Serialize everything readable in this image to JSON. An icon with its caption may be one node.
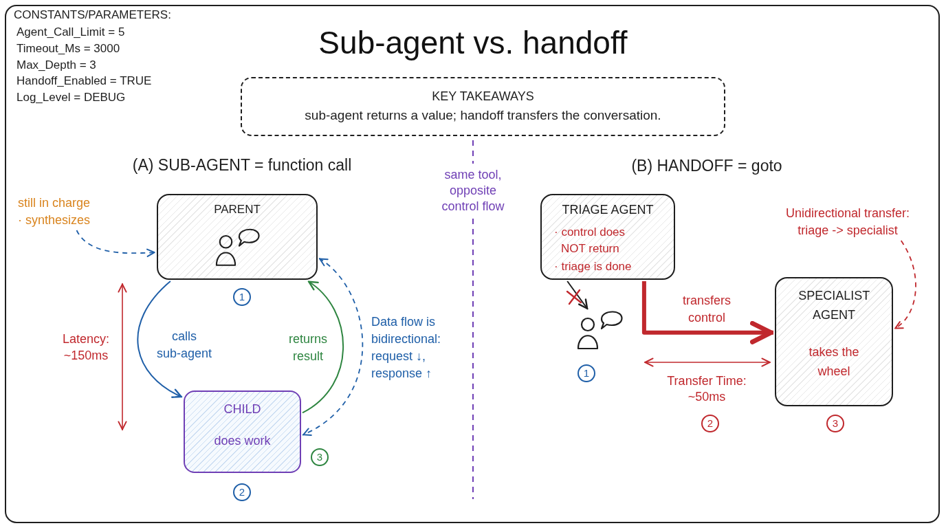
{
  "diagram": {
    "title": "Sub-agent vs. handoff",
    "nodes": [
      {
        "text": [
          "KEY TAKEAWAYS",
          "sub-agent returns a value; handoff transfers the conversation."
        ]
      },
      {
        "text": [
          "still in charge · synthesizes"
        ]
      },
      {
        "text": [
          "PARENT"
        ]
      },
      {
        "text": [
          "CHILD",
          "does work"
        ]
      },
      {
        "text": [
          "TRIAGE AGENT",
          "· control does NOT return",
          "· triage is done"
        ]
      },
      {
        "text": [
          "Unidirectional transfer: triage -> specialist"
        ]
      },
      {
        "text": [],
        "shape": "person"
      },
      {
        "text": [
          "SPECIALIST AGENT",
          "takes the wheel"
        ]
      }
    ],
    "edges": [
      {
        "from": 1,
        "to": 2,
        "arrow": "to",
        "style": "dashed",
        "color": "#1f5fa8"
      },
      {
        "from": 2,
        "to": 3,
        "arrow": "to",
        "label": "calls sub-agent",
        "color": "#1f5fa8"
      },
      {
        "from": 3,
        "to": 2,
        "arrow": "to",
        "label": "returns result",
        "color": "#2e8540"
      },
      {
        "from": 2,
        "to": 3,
        "arrow": "both",
        "label": "Data flow is bidirectional: request ↓, response ↑",
        "style": "dashed",
        "color": "#1f5fa8"
      },
      {
        "from": 4,
        "to": 6,
        "arrow": "to",
        "color": "#1e1e1e"
      },
      {
        "from": 4,
        "to": 7,
        "arrow": "to",
        "label": "transfers control",
        "style": "thick",
        "color": "#c0282d"
      },
      {
        "from": 5,
        "to": 7,
        "arrow": "to",
        "style": "dashed",
        "color": "#c0282d"
      }
    ],
    "labels": [
      "CONSTANTS/PARAMETERS:",
      "Agent_Call_Limit = 5",
      "Timeout_Ms = 3000",
      "Max_Depth = 3",
      "Handoff_Enabled = TRUE",
      "Log_Level = DEBUG",
      "(A) SUB-AGENT = function call",
      "same tool, opposite control flow",
      "(B) HANDOFF = goto",
      "1",
      "Latency: ~150ms",
      "1",
      "Transfer Time: ~50ms",
      "3",
      "2",
      "2",
      "3"
    ]
  }
}
